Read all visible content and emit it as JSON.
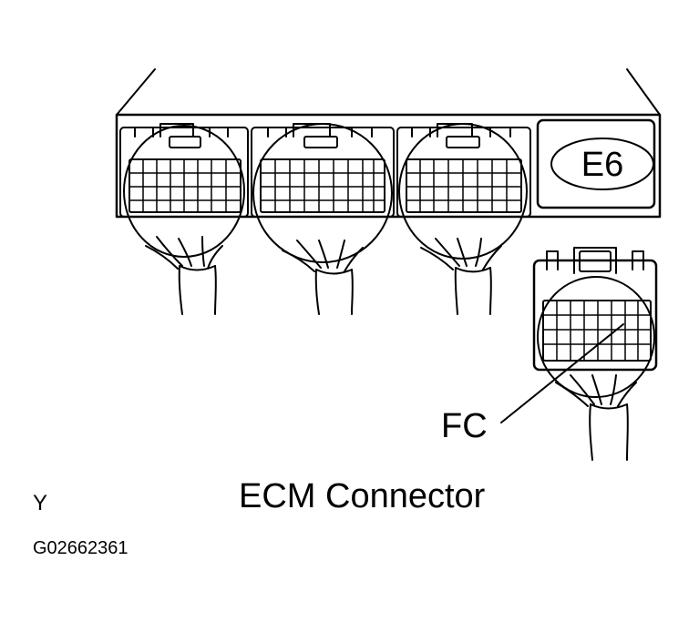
{
  "diagram": {
    "caption": "ECM Connector",
    "connector_labels": {
      "ecm": "E6",
      "fc": "FC"
    },
    "corner_mark": "Y",
    "figure_id": "G02662361",
    "colors": {
      "line": "#000000",
      "background": "#ffffff"
    }
  }
}
